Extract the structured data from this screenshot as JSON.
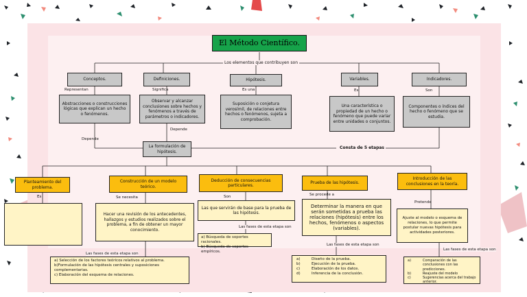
{
  "title": "El Método Científico.",
  "connector_main": "Los elementos que contribuyen son",
  "elements": [
    {
      "label": "Conceptos.",
      "link": "Representan",
      "desc": "Abstracciones o construcciones lógicas que explican un hecho o fenómenos."
    },
    {
      "label": "Definiciones.",
      "link": "Significa",
      "desc": "Observar y alcanzar conclusiones sobre hechos y fenómenos a través de parámetros o indicadores."
    },
    {
      "label": "Hipótesis.",
      "link": "Es una",
      "desc": "Suposición o conjetura verosímil, de relaciones entre hechos o fenómenos, sujeta a comprobación."
    },
    {
      "label": "Variables.",
      "link": "Es",
      "desc": "Una característica o propiedad de un hecho o fenómeno que puede variar entre unidades o conjuntos."
    },
    {
      "label": "Indicadores.",
      "link": "Son",
      "desc": "Componentes o índices del hecho o fenómeno que se estudia."
    }
  ],
  "depende_1": "Depende",
  "depende_2": "Depende",
  "formulacion": "La formulación de hipótesis.",
  "consta": "Consta de 5 etapas",
  "stages": [
    {
      "label": "Planteamiento del problema.",
      "link": "Es",
      "desc": ""
    },
    {
      "label": "Construcción de un modelo teórico.",
      "link": "Se necesita",
      "desc": "Hacer una revisión de los antecedentes, hallazgos y estudios realizados sobre el problema, a fin de obtener un mayor conocimiento."
    },
    {
      "label": "Deducción de consecuencias particulares.",
      "link": "Son",
      "desc": "Las que servirán de base para la prueba de las hipótesis."
    },
    {
      "label": "Prueba de las hipótesis.",
      "link": "Se procede a",
      "desc": "Determinar la manera en que serán sometidas a prueba las relaciones (hipótesis) entre los hechos, fenómenos o aspectos (variables)."
    },
    {
      "label": "Introducción de las conclusiones en la teoría.",
      "link": "Pretende",
      "desc": "Ajuste al modelo o esquema de relaciones, lo que permite postular nuevas hipótesis para actividades posteriores."
    }
  ],
  "phases_label": "Las fases de esta etapa son",
  "phases_label_deduccion": "Las fases de esta etapa son",
  "phases_label_prueba": "Las fases de esta etapa son",
  "phases_label_intro": "Las fases de esta etapa son",
  "phases_modelo": [
    "a) Selección de los factores teóricos relativos al problema.",
    "b)Formulación de las hipótesis centrales y suposiciones complementarias.",
    "c) Elaboración del esquema de relaciones."
  ],
  "phases_deduccion": [
    "a) Búsqueda de soportes racionales.",
    "b) Búsqueda de soportes empíricos."
  ],
  "phases_prueba": [
    {
      "k": "a)",
      "t": "Diseño de la prueba."
    },
    {
      "k": "b)",
      "t": "Ejecución de la prueba."
    },
    {
      "k": "c)",
      "t": "Elaboración de los datos."
    },
    {
      "k": "d)",
      "t": "Inferencia de la conclusión."
    }
  ],
  "phases_intro": [
    {
      "k": "a)",
      "t": "Comparación de las conclusiones con las predicciones."
    },
    {
      "k": "b)",
      "t": "Reajuste del modelo"
    },
    {
      "k": "c)",
      "t": "Sugerencias acerca del trabajo anterior."
    }
  ],
  "colors": {
    "title_bg": "#16a34a",
    "gray_box": "#c8c8c8",
    "stage_box": "#fbbd0e",
    "desc_box": "#fff4c6",
    "board": "#fbe3e6"
  }
}
